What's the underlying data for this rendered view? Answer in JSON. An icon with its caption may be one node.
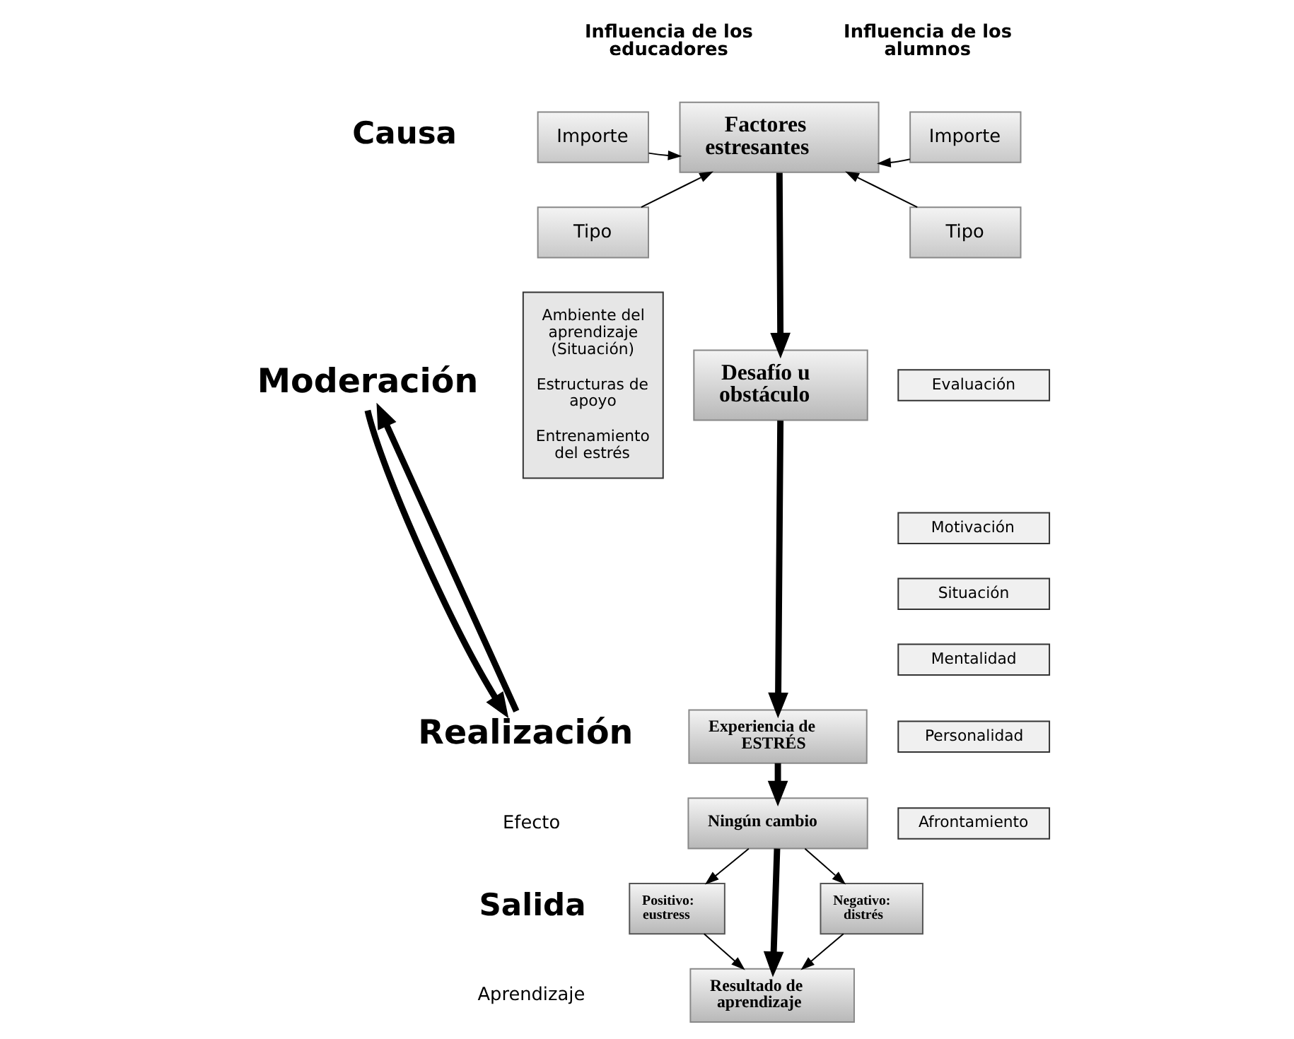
{
  "diagram": {
    "nodes": [
      {
        "text": [
          "Importe"
        ]
      },
      {
        "text": [
          "Tipo"
        ]
      },
      {
        "text": [
          "Factores estresantes"
        ]
      },
      {
        "text": [
          "Importe"
        ]
      },
      {
        "text": [
          "Tipo"
        ]
      },
      {
        "text": [
          "Ambiente del aprendizaje (Situación)",
          "Estructuras de apoyo",
          "Entrenamiento del estrés"
        ]
      },
      {
        "text": [
          "Desafío u obstáculo"
        ]
      },
      {
        "text": [
          "Evaluación"
        ]
      },
      {
        "text": [
          "Motivación"
        ]
      },
      {
        "text": [
          "Situación"
        ]
      },
      {
        "text": [
          "Mentalidad"
        ]
      },
      {
        "text": [
          "Personalidad"
        ]
      },
      {
        "text": [
          "Afrontamiento"
        ]
      },
      {
        "text": [
          "Experiencia de ESTRÉS"
        ]
      },
      {
        "text": [
          "Ningún cambio"
        ]
      },
      {
        "text": [
          "Positivo: eustress"
        ]
      },
      {
        "text": [
          "Negativo: distrés"
        ]
      },
      {
        "text": [
          "Resultado de aprendizaje"
        ]
      },
      {
        "text": [
          "Moderación"
        ]
      },
      {
        "text": [
          "Realización"
        ]
      }
    ],
    "edges": [
      {
        "from": 0,
        "to": 2,
        "arrow": "to"
      },
      {
        "from": 1,
        "to": 2,
        "arrow": "to"
      },
      {
        "from": 3,
        "to": 2,
        "arrow": "to"
      },
      {
        "from": 4,
        "to": 2,
        "arrow": "to"
      },
      {
        "from": 2,
        "to": 6,
        "arrow": "to",
        "style": "thick"
      },
      {
        "from": 6,
        "to": 13,
        "arrow": "to",
        "style": "thick"
      },
      {
        "from": 13,
        "to": 14,
        "arrow": "to",
        "style": "thick"
      },
      {
        "from": 14,
        "to": 15,
        "arrow": "to"
      },
      {
        "from": 14,
        "to": 16,
        "arrow": "to"
      },
      {
        "from": 14,
        "to": 17,
        "arrow": "to",
        "style": "thick"
      },
      {
        "from": 15,
        "to": 17,
        "arrow": "to"
      },
      {
        "from": 16,
        "to": 17,
        "arrow": "to"
      },
      {
        "from": 19,
        "to": 18,
        "arrow": "to",
        "style": "thick"
      },
      {
        "from": 18,
        "to": 19,
        "arrow": "to",
        "style": "thick"
      }
    ],
    "labels": [
      "Influencia de los educadores",
      "Influencia de los alumnos",
      "Causa",
      "Efecto",
      "Aprendizaje",
      "Salida"
    ]
  }
}
